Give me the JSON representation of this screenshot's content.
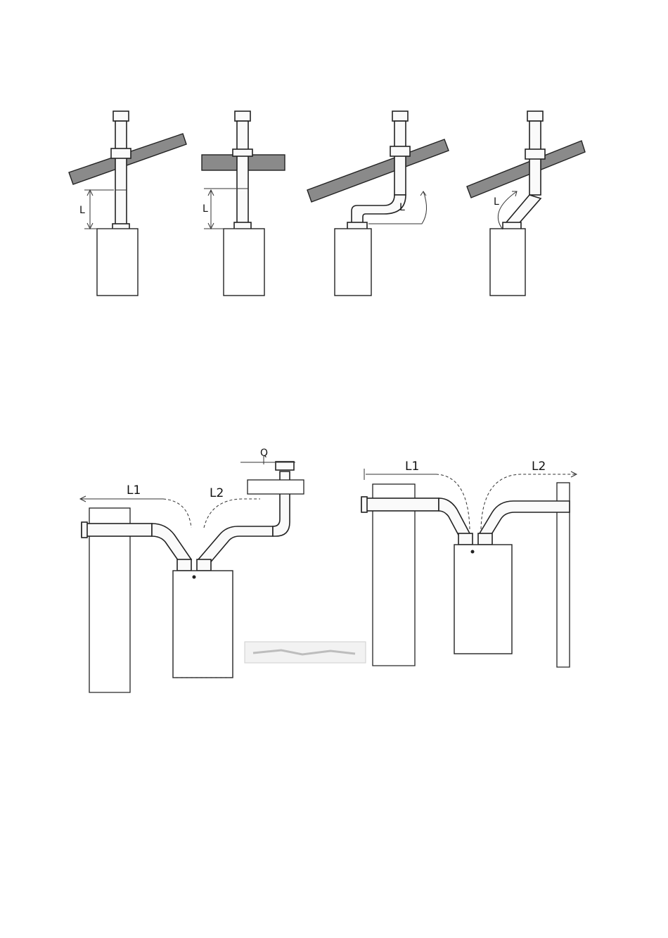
{
  "top_diagrams": [
    {
      "id": "vertical-pitched-roof",
      "length_label": "L"
    },
    {
      "id": "vertical-flat-roof",
      "length_label": "L"
    },
    {
      "id": "offset-pitched-roof",
      "length_label": "L"
    },
    {
      "id": "angled-pitched-roof",
      "length_label": "L"
    }
  ],
  "bottom_diagrams": [
    {
      "id": "split-wall-and-roof",
      "label_1": "L1",
      "label_2": "L2"
    },
    {
      "id": "split-two-walls",
      "label_1": "L1",
      "label_2": "L2"
    }
  ]
}
